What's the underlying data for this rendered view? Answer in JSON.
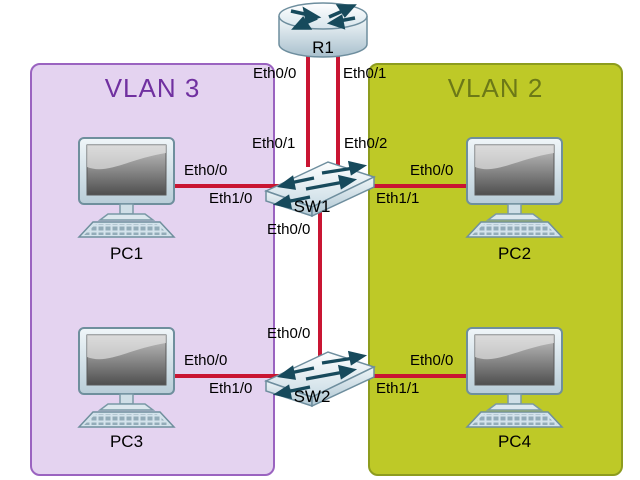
{
  "canvas": {
    "background": "#ffffff",
    "link_color": "#c91532"
  },
  "vlans": [
    {
      "label": "VLAN 3",
      "fill": "#e4d3f0",
      "border": "#9a63c0",
      "text_color": "#7030a0"
    },
    {
      "label": "VLAN 2",
      "fill": "#bec927",
      "border": "#8d9c1e",
      "text_color": "#6c7917"
    }
  ],
  "devices": [
    {
      "id": "R1",
      "type": "router",
      "label": "R1"
    },
    {
      "id": "SW1",
      "type": "switch",
      "label": "SW1"
    },
    {
      "id": "SW2",
      "type": "switch",
      "label": "SW2"
    },
    {
      "id": "PC1",
      "type": "pc",
      "label": "PC1"
    },
    {
      "id": "PC2",
      "type": "pc",
      "label": "PC2"
    },
    {
      "id": "PC3",
      "type": "pc",
      "label": "PC3"
    },
    {
      "id": "PC4",
      "type": "pc",
      "label": "PC4"
    }
  ],
  "links": [
    {
      "from": "R1",
      "from_port": "Eth0/0",
      "to": "SW1",
      "to_port": "Eth0/1"
    },
    {
      "from": "R1",
      "from_port": "Eth0/1",
      "to": "SW1",
      "to_port": "Eth0/2"
    },
    {
      "from": "PC1",
      "from_port": "Eth0/0",
      "to": "SW1",
      "to_port": "Eth1/0"
    },
    {
      "from": "PC2",
      "from_port": "Eth0/0",
      "to": "SW1",
      "to_port": "Eth1/1"
    },
    {
      "from": "SW1",
      "from_port": "Eth0/0",
      "to": "SW2",
      "to_port": "Eth0/0"
    },
    {
      "from": "PC3",
      "from_port": "Eth0/0",
      "to": "SW2",
      "to_port": "Eth1/0"
    },
    {
      "from": "PC4",
      "from_port": "Eth0/0",
      "to": "SW2",
      "to_port": "Eth1/1"
    }
  ]
}
